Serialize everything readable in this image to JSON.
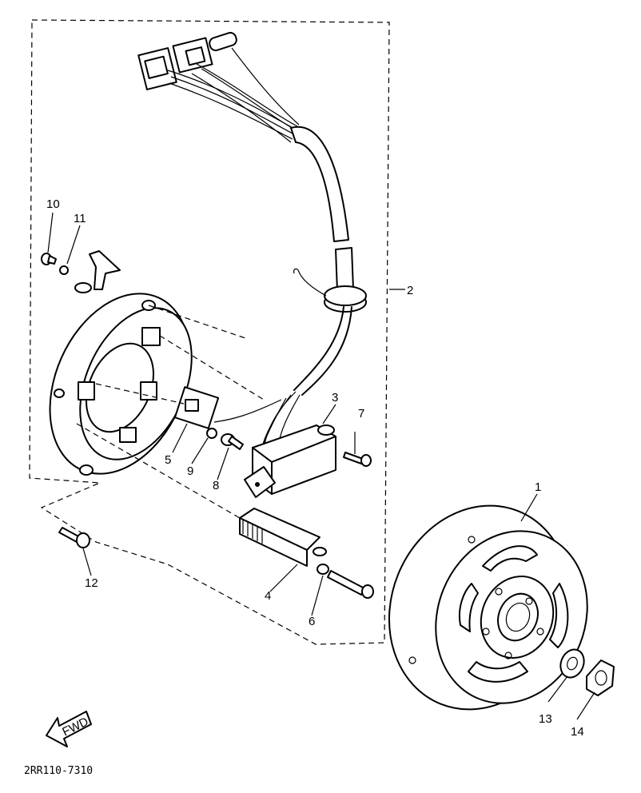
{
  "diagram": {
    "callouts": [
      "1",
      "2",
      "3",
      "4",
      "5",
      "6",
      "7",
      "8",
      "9",
      "10",
      "11",
      "12",
      "13",
      "14"
    ],
    "direction_arrow": "FWD",
    "drawing_code": "2RR110-7310"
  }
}
